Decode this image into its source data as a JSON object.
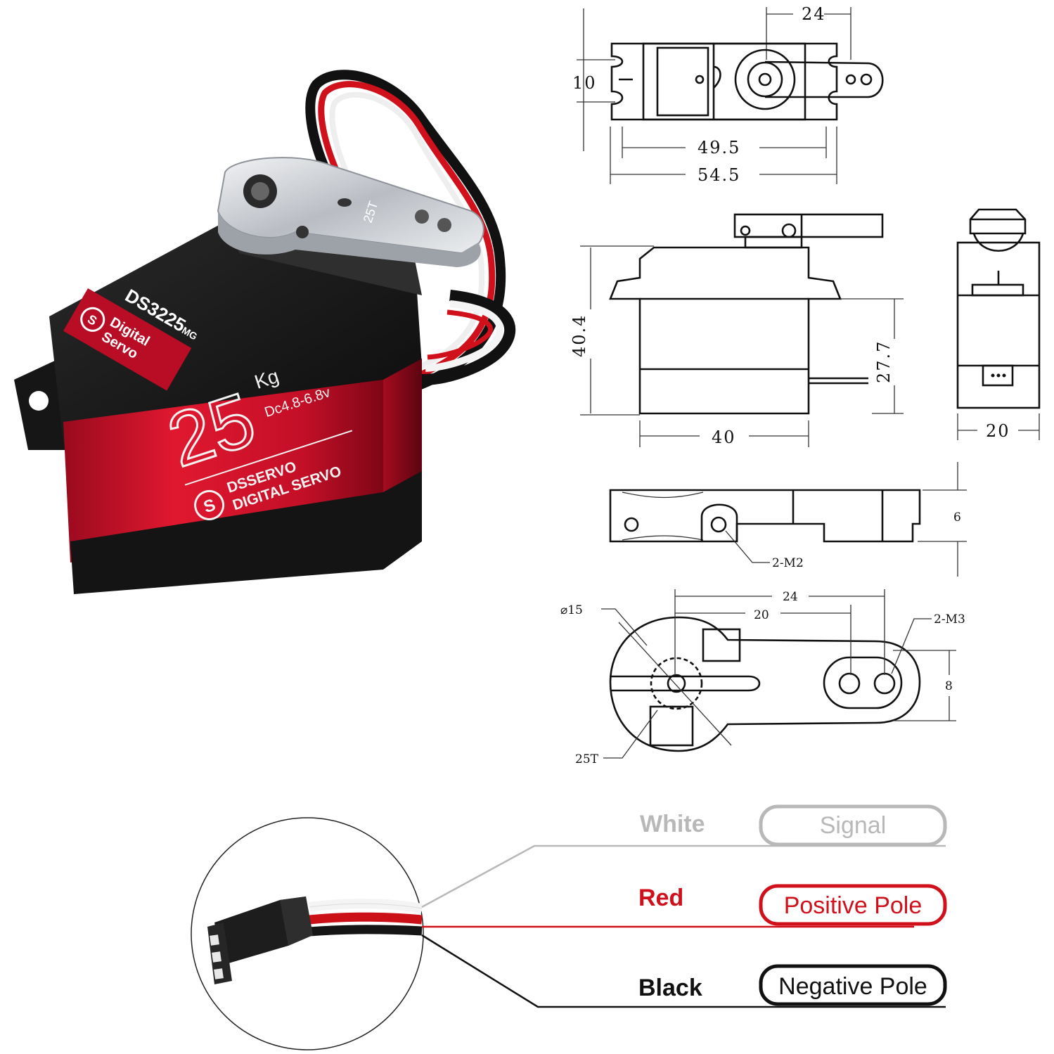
{
  "servo": {
    "model": "DS3225",
    "model_suffix": "MG",
    "type_line1": "Digital",
    "type_line2": "Servo",
    "torque_value": "25",
    "torque_unit": "Kg",
    "voltage": "Dc4.8-6.8v",
    "brand": "DSSERVO",
    "brand_sub": "DIGITAL SERVO",
    "horn_teeth": "25T",
    "colors": {
      "case_red": "#c8102e",
      "case_black": "#1b1b1b",
      "horn_silver": "#c9ccd1"
    }
  },
  "drawing": {
    "top_view": {
      "width_top": "24",
      "height_left": "10",
      "inner_length": "49.5",
      "total_length": "54.5"
    },
    "front_view": {
      "height": "40.4",
      "mount_height": "27.7",
      "width": "40"
    },
    "side_view": {
      "width": "20"
    },
    "horn_side": {
      "thickness": "6",
      "screw": "2-M2"
    },
    "horn_top": {
      "diameter": "⌀15",
      "length_outer": "24",
      "length_inner": "20",
      "holes": "2-M3",
      "width": "8",
      "spline": "25T"
    }
  },
  "wiring": [
    {
      "color_name": "White",
      "role": "Signal",
      "color": "#b8b8b8"
    },
    {
      "color_name": "Red",
      "role": "Positive Pole",
      "color": "#d0111b"
    },
    {
      "color_name": "Black",
      "role": "Negative Pole",
      "color": "#111111"
    }
  ]
}
